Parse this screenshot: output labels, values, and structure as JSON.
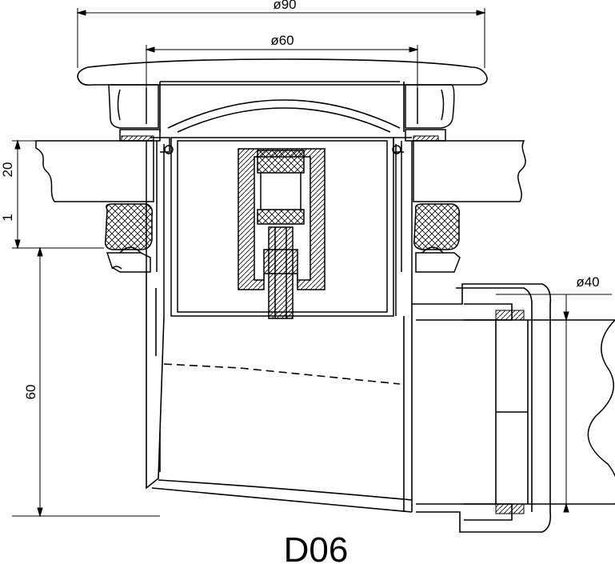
{
  "drawing": {
    "code": "D06",
    "dimensions": {
      "top_outer_diameter": "ø90",
      "top_inner_diameter": "ø60",
      "outlet_diameter": "ø40",
      "slab_thickness": "20",
      "gap": "1",
      "body_height": "60"
    }
  }
}
